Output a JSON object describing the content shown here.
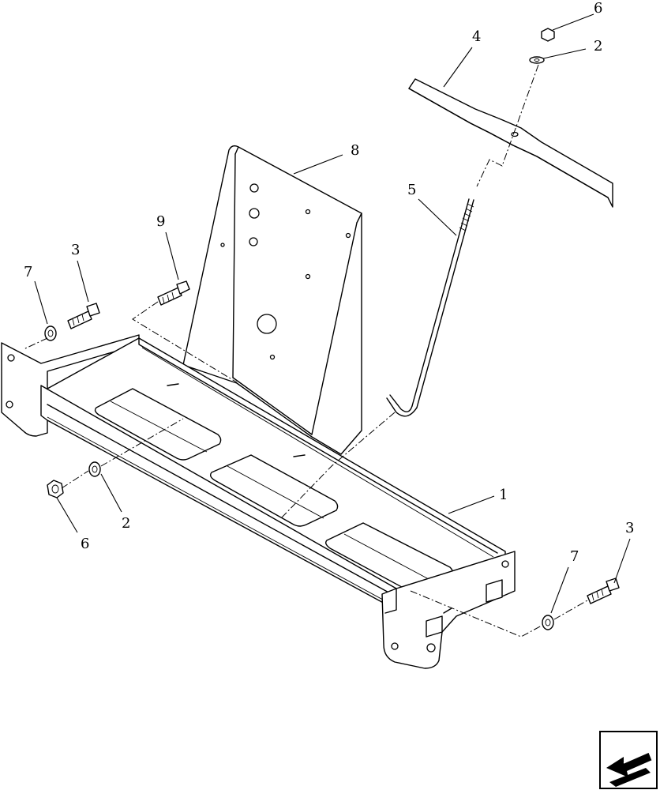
{
  "callouts": {
    "c1": "1",
    "c2_top": "2",
    "c2_bottom": "2",
    "c3_left": "3",
    "c3_right": "3",
    "c4": "4",
    "c5": "5",
    "c6_top": "6",
    "c6_bottom": "6",
    "c7_left": "7",
    "c7_right": "7",
    "c8": "8",
    "c9": "9"
  },
  "icons": {
    "navigation": "view-direction-arrow-icon"
  }
}
